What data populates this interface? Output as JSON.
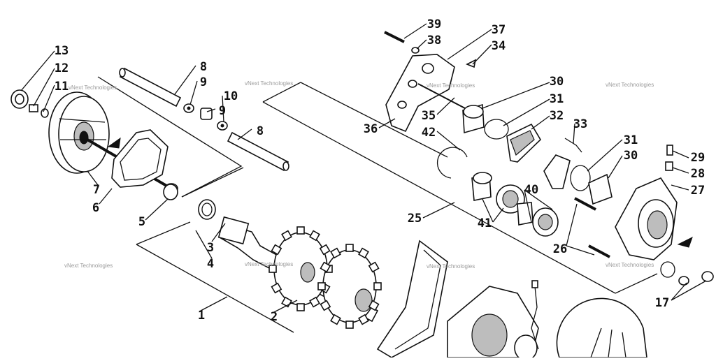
{
  "diagram": {
    "callouts": [
      "1",
      "2",
      "3",
      "4",
      "5",
      "6",
      "7",
      "8",
      "8",
      "9",
      "9",
      "10",
      "11",
      "12",
      "13",
      "17",
      "25",
      "26",
      "27",
      "28",
      "29",
      "30",
      "30",
      "31",
      "31",
      "32",
      "33",
      "34",
      "35",
      "36",
      "37",
      "38",
      "39",
      "40",
      "41",
      "42"
    ],
    "watermark": "vNext Technologies",
    "colors": {
      "line": "#111111",
      "paper": "#ffffff",
      "watermark": "#9a9a9a"
    }
  }
}
